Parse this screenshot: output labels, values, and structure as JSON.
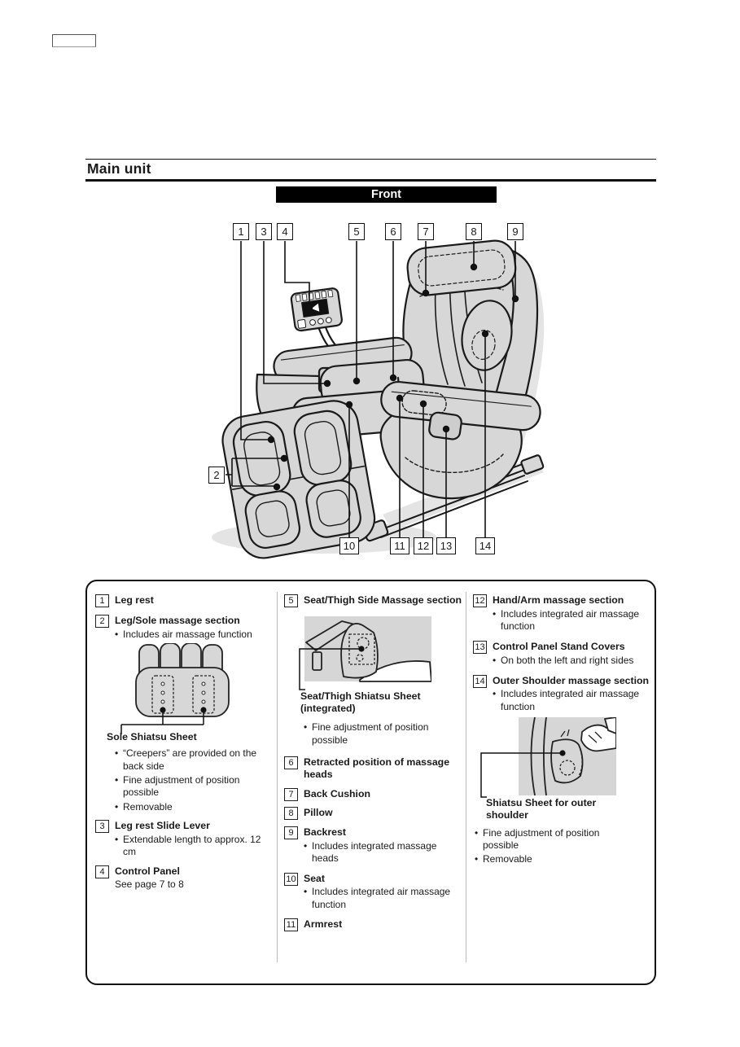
{
  "page": {
    "title": "Main unit"
  },
  "diagram": {
    "front_label": "Front",
    "callouts": {
      "c1": "1",
      "c2": "2",
      "c3": "3",
      "c4": "4",
      "c5": "5",
      "c6": "6",
      "c7": "7",
      "c8": "8",
      "c9": "9",
      "c10": "10",
      "c11": "11",
      "c12": "12",
      "c13": "13",
      "c14": "14"
    }
  },
  "legend": {
    "item1": {
      "num": "1",
      "title": "Leg rest"
    },
    "item2": {
      "num": "2",
      "title": "Leg/Sole massage section",
      "bullet1": "Includes air massage function",
      "inset_label": "Sole Shiatsu Sheet",
      "bullet2": "“Creepers” are provided on the back side",
      "bullet3": "Fine adjustment of position possible",
      "bullet4": "Removable"
    },
    "item3": {
      "num": "3",
      "title": "Leg rest Slide Lever",
      "bullet1": "Extendable length to approx. 12 cm"
    },
    "item4": {
      "num": "4",
      "title": "Control Panel",
      "note": "See page 7 to 8"
    },
    "item5": {
      "num": "5",
      "title": "Seat/Thigh Side Massage section",
      "inset_label_line1": "Seat/Thigh Shiatsu Sheet",
      "inset_label_line2": "(integrated)",
      "bullet1": "Fine adjustment of position possible"
    },
    "item6": {
      "num": "6",
      "title": "Retracted position of massage heads"
    },
    "item7": {
      "num": "7",
      "title": "Back Cushion"
    },
    "item8": {
      "num": "8",
      "title": "Pillow"
    },
    "item9": {
      "num": "9",
      "title": "Backrest",
      "bullet1": "Includes integrated massage heads"
    },
    "item10": {
      "num": "10",
      "title": "Seat",
      "bullet1": "Includes integrated air massage function"
    },
    "item11": {
      "num": "11",
      "title": "Armrest"
    },
    "item12": {
      "num": "12",
      "title": "Hand/Arm massage section",
      "bullet1": "Includes integrated air massage function"
    },
    "item13": {
      "num": "13",
      "title": "Control Panel Stand Covers",
      "bullet1": "On both the left and right sides"
    },
    "item14": {
      "num": "14",
      "title": "Outer Shoulder massage section",
      "bullet1": "Includes integrated air massage function",
      "inset_label": "Shiatsu Sheet for outer shoulder",
      "bullet2": "Fine adjustment of position possible",
      "bullet3": "Removable"
    }
  },
  "colors": {
    "banner_bg": "#000000",
    "banner_text": "#ffffff",
    "chair_fill": "#d7d7d7",
    "chair_shadow": "#e4e4e4",
    "outline": "#1a1a1a"
  }
}
